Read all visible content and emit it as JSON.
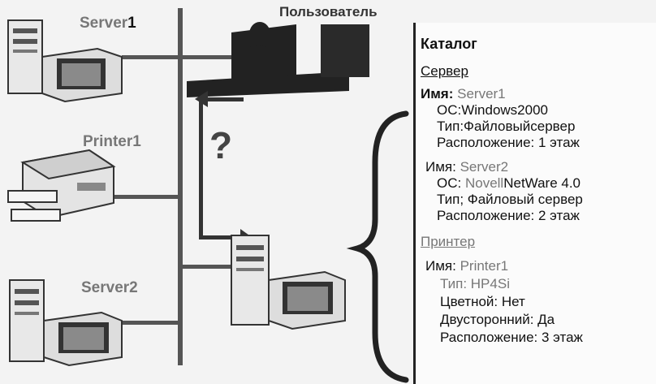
{
  "labels": {
    "server1_prefix": "Server",
    "server1_num": "1",
    "printer1": "Printer1",
    "server2": "Server2",
    "user": "Пользователь",
    "question": "?"
  },
  "catalog": {
    "title": "Каталог",
    "server_section": "Сервер",
    "s1_name_label": "Имя:",
    "s1_name": "Server1",
    "s1_os": "ОС:Windows2000",
    "s1_type": "Тип:Файловыйсервер",
    "s1_loc": "Расположение: 1 этаж",
    "s2_name_label": "Имя:",
    "s2_name": "Server2",
    "s2_os_label": "ОС:",
    "s2_os_gray": "Novell",
    "s2_os_rest": "NetWare 4.0",
    "s2_type": "Тип; Файловый сервер",
    "s2_loc": "Расположение: 2 этаж",
    "printer_section": "Принтер",
    "p1_name_label": "Имя:",
    "p1_name": "Printer1",
    "p1_type": "Тип: HP4Si",
    "p1_color": "Цветной: Нет",
    "p1_duplex": "Двусторонний: Да",
    "p1_loc": "Расположение: 3 этаж"
  }
}
